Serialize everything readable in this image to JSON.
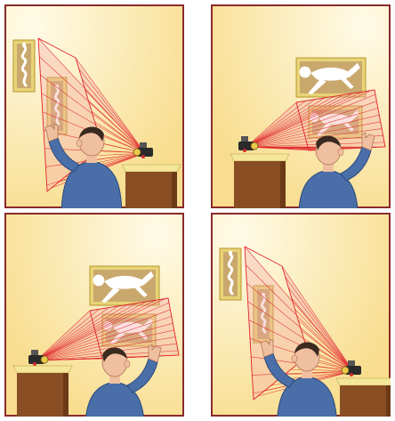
{
  "illustration": {
    "panel_count": 4,
    "palette": {
      "frame_border": "#8a2b2b",
      "background_light": "#fffbe8",
      "background_warm": "#f8dd8e",
      "projection_line": "#e0242b",
      "projection_fill": "#f4a7a3",
      "projector_body": "#2a2a2a",
      "projector_lens": "#e9c94a",
      "plinth_front": "#8a4e24",
      "plinth_top": "#f5e79a",
      "picture_frame": "#e8d478",
      "picture_inner": "#c9a86d",
      "figure_glyph": "#ffffff",
      "viewer_jacket": "#4a6fa8",
      "viewer_skin": "#f0bfa0",
      "viewer_hair": "#3a2a20"
    },
    "panels": [
      {
        "name": "top-left",
        "projector_side": "right",
        "picture_orientation": "vertical"
      },
      {
        "name": "top-right",
        "projector_side": "left",
        "picture_orientation": "horizontal"
      },
      {
        "name": "bottom-left",
        "projector_side": "left",
        "picture_orientation": "horizontal"
      },
      {
        "name": "bottom-right",
        "projector_side": "right",
        "picture_orientation": "vertical"
      }
    ]
  }
}
